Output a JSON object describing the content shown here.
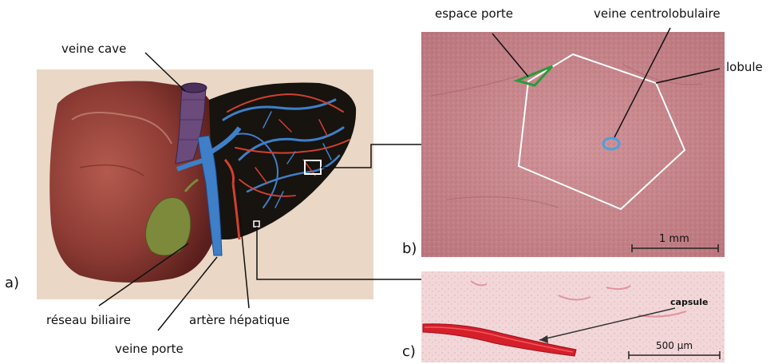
{
  "panel_labels": {
    "a": "a)",
    "b": "b)",
    "c": "c)"
  },
  "liver_labels": {
    "veine_cave": "veine cave",
    "reseau_biliaire": "réseau biliaire",
    "artere_hepatique": "artère hépatique",
    "veine_porte": "veine porte"
  },
  "histology_labels": {
    "espace_porte": "espace porte",
    "veine_centrolobulaire": "veine centrolobulaire",
    "lobule": "lobule"
  },
  "scale_bars": {
    "b": "1 mm",
    "c": "500 µm"
  },
  "capsule_label": "capsule",
  "colors": {
    "liver": "#8b3a33",
    "gallbladder": "#7d8a3c",
    "portal_vein": "#3f7fc8",
    "artery": "#d0402e",
    "histology_b": "#c9878a",
    "histology_c": "#f2d7d9",
    "capsule": "#d51f2a",
    "portal_space_marker": "#2a9a3a",
    "central_vein_marker": "#4aa0e0",
    "lobule_outline": "#ffffff"
  }
}
